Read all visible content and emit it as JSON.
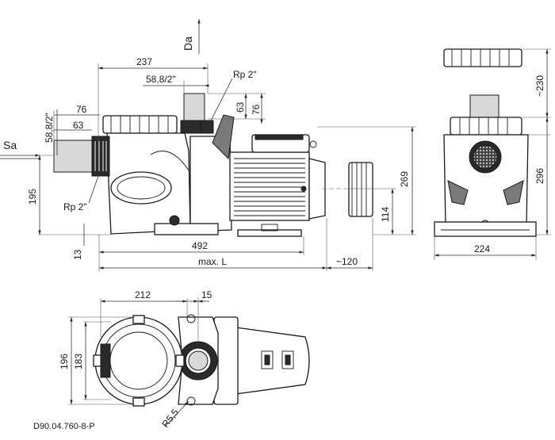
{
  "labels": {
    "sa": "Sa",
    "da": "Da",
    "rp_outlet": "Rp 2\"",
    "rp_inlet": "Rp 2\"",
    "drawing_number": "D90.04.760-8-P"
  },
  "dimensions": {
    "d237": "237",
    "d58_top": "58,8/2\"",
    "d76_left": "76",
    "d63_left": "63",
    "d58_left": "58,8/2\"",
    "d63_right": "63",
    "d76_right": "76",
    "d195": "195",
    "d13": "13",
    "d492": "492",
    "d_maxl": "max. L",
    "d120": "~120",
    "d269": "269",
    "d114": "114",
    "d230": "~230",
    "d296": "296",
    "d224": "224",
    "d212": "212",
    "d15": "15",
    "d196": "196",
    "d183": "183",
    "d_r55": "R5,5"
  }
}
